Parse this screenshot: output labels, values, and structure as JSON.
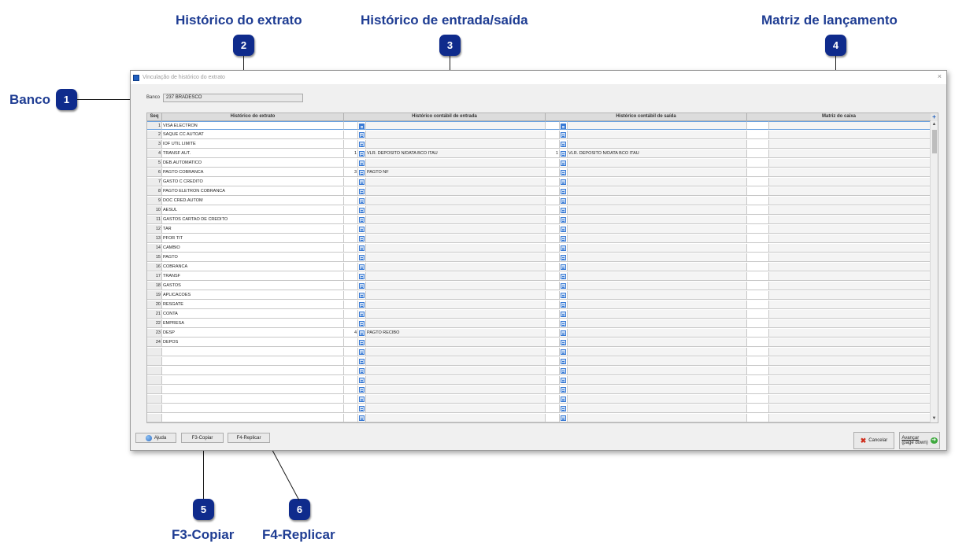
{
  "callouts": {
    "banco": {
      "number": "1",
      "label": "Banco"
    },
    "historico_extrato": {
      "number": "2",
      "label": "Histórico do extrato"
    },
    "historico_entrada_saida": {
      "number": "3",
      "label": "Histórico de entrada/saída"
    },
    "matriz_lancamento": {
      "number": "4",
      "label": "Matriz de lançamento"
    },
    "f3_copiar": {
      "number": "5",
      "label": "F3-Copiar"
    },
    "f4_replicar": {
      "number": "6",
      "label": "F4-Replicar"
    }
  },
  "window": {
    "title": "Vinculação de histórico do extrato",
    "close": "×"
  },
  "bank": {
    "label": "Banco",
    "value": "237 BRADESCO"
  },
  "grid": {
    "headers": {
      "seq": "Seq",
      "historico_extrato": "Histórico do extrato",
      "entrada": "Histórico contábil de entrada",
      "saida": "Histórico contábil de saída",
      "matriz": "Matriz do caixa",
      "add": "+"
    },
    "rows": [
      {
        "seq": "1",
        "desc": "VISA ELECTRON",
        "in_num": "",
        "in_txt": "",
        "out_num": "",
        "out_txt": ""
      },
      {
        "seq": "2",
        "desc": "SAQUE CC AUTOAT",
        "in_num": "",
        "in_txt": "",
        "out_num": "",
        "out_txt": ""
      },
      {
        "seq": "3",
        "desc": "IOF UTIL LIMITE",
        "in_num": "",
        "in_txt": "",
        "out_num": "",
        "out_txt": ""
      },
      {
        "seq": "4",
        "desc": "TRANSF AUT.",
        "in_num": "1",
        "in_txt": "VLR. DEPOSITO N/DATA BCO ITAU",
        "out_num": "1",
        "out_txt": "VLR. DEPOSITO N/DATA BCO ITAU"
      },
      {
        "seq": "5",
        "desc": "DEB.AUTOMATICO",
        "in_num": "",
        "in_txt": "",
        "out_num": "",
        "out_txt": ""
      },
      {
        "seq": "6",
        "desc": "PAGTO COBRANCA",
        "in_num": "3",
        "in_txt": "PAGTO NF",
        "out_num": "",
        "out_txt": ""
      },
      {
        "seq": "7",
        "desc": "GASTO C CREDITO",
        "in_num": "",
        "in_txt": "",
        "out_num": "",
        "out_txt": ""
      },
      {
        "seq": "8",
        "desc": "PAGTO ELETRON COBRANCA",
        "in_num": "",
        "in_txt": "",
        "out_num": "",
        "out_txt": ""
      },
      {
        "seq": "9",
        "desc": "DOC CRED.AUTOM",
        "in_num": "",
        "in_txt": "",
        "out_num": "",
        "out_txt": ""
      },
      {
        "seq": "10",
        "desc": "AESUL",
        "in_num": "",
        "in_txt": "",
        "out_num": "",
        "out_txt": ""
      },
      {
        "seq": "11",
        "desc": "GASTOS CARTAO DE CREDITO",
        "in_num": "",
        "in_txt": "",
        "out_num": "",
        "out_txt": ""
      },
      {
        "seq": "12",
        "desc": "TAR",
        "in_num": "",
        "in_txt": "",
        "out_num": "",
        "out_txt": ""
      },
      {
        "seq": "13",
        "desc": "PFOR TIT",
        "in_num": "",
        "in_txt": "",
        "out_num": "",
        "out_txt": ""
      },
      {
        "seq": "14",
        "desc": "CAMBIO",
        "in_num": "",
        "in_txt": "",
        "out_num": "",
        "out_txt": ""
      },
      {
        "seq": "15",
        "desc": "PAGTO",
        "in_num": "",
        "in_txt": "",
        "out_num": "",
        "out_txt": ""
      },
      {
        "seq": "16",
        "desc": "COBRANCA",
        "in_num": "",
        "in_txt": "",
        "out_num": "",
        "out_txt": ""
      },
      {
        "seq": "17",
        "desc": "TRANSF",
        "in_num": "",
        "in_txt": "",
        "out_num": "",
        "out_txt": ""
      },
      {
        "seq": "18",
        "desc": "GASTOS",
        "in_num": "",
        "in_txt": "",
        "out_num": "",
        "out_txt": ""
      },
      {
        "seq": "19",
        "desc": "APLICACOES",
        "in_num": "",
        "in_txt": "",
        "out_num": "",
        "out_txt": ""
      },
      {
        "seq": "20",
        "desc": "RESGATE",
        "in_num": "",
        "in_txt": "",
        "out_num": "",
        "out_txt": ""
      },
      {
        "seq": "21",
        "desc": "CONTA",
        "in_num": "",
        "in_txt": "",
        "out_num": "",
        "out_txt": ""
      },
      {
        "seq": "22",
        "desc": "EMPRESA",
        "in_num": "",
        "in_txt": "",
        "out_num": "",
        "out_txt": ""
      },
      {
        "seq": "23",
        "desc": "DESP",
        "in_num": "4",
        "in_txt": "PAGTO RECIBO",
        "out_num": "",
        "out_txt": ""
      },
      {
        "seq": "24",
        "desc": "DEPOS",
        "in_num": "",
        "in_txt": "",
        "out_num": "",
        "out_txt": ""
      },
      {
        "seq": "",
        "desc": "",
        "in_num": "",
        "in_txt": "",
        "out_num": "",
        "out_txt": ""
      },
      {
        "seq": "",
        "desc": "",
        "in_num": "",
        "in_txt": "",
        "out_num": "",
        "out_txt": ""
      },
      {
        "seq": "",
        "desc": "",
        "in_num": "",
        "in_txt": "",
        "out_num": "",
        "out_txt": ""
      },
      {
        "seq": "",
        "desc": "",
        "in_num": "",
        "in_txt": "",
        "out_num": "",
        "out_txt": ""
      },
      {
        "seq": "",
        "desc": "",
        "in_num": "",
        "in_txt": "",
        "out_num": "",
        "out_txt": ""
      },
      {
        "seq": "",
        "desc": "",
        "in_num": "",
        "in_txt": "",
        "out_num": "",
        "out_txt": ""
      },
      {
        "seq": "",
        "desc": "",
        "in_num": "",
        "in_txt": "",
        "out_num": "",
        "out_txt": ""
      },
      {
        "seq": "",
        "desc": "",
        "in_num": "",
        "in_txt": "",
        "out_num": "",
        "out_txt": ""
      }
    ]
  },
  "buttons": {
    "ajuda": "Ajuda",
    "copiar": "F3-Copiar",
    "replicar": "F4-Replicar",
    "cancelar": "Cancelar",
    "avancar_line1": "Avançar",
    "avancar_line2": "(page down)"
  },
  "icons": {
    "lookup": "lookup-icon",
    "help": "globe-icon",
    "cancel": "x-icon",
    "next": "arrow-right-icon",
    "add": "plus-icon"
  },
  "colors": {
    "callout_text": "#1f3d93",
    "badge": "#0f2b8c",
    "lookup_accent": "#3a7bd5"
  }
}
